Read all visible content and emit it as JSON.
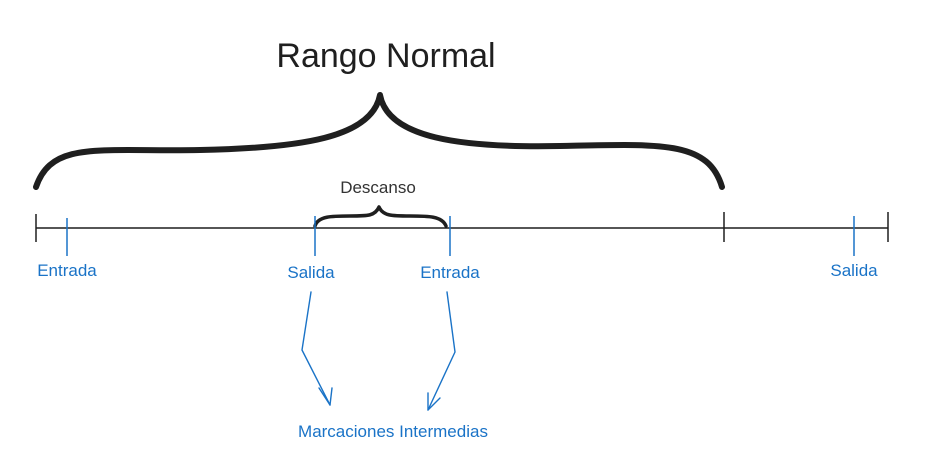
{
  "title": "Rango Normal",
  "break_label": "Descanso",
  "markers": [
    {
      "label": "Entrada"
    },
    {
      "label": "Salida"
    },
    {
      "label": "Entrada"
    },
    {
      "label": "Salida"
    }
  ],
  "intermediate_label": "Marcaciones Intermedias",
  "colors": {
    "line": "#1f1f1f",
    "blue": "#1a73c7",
    "title": "#1f1f1f",
    "break_text": "#333333"
  }
}
